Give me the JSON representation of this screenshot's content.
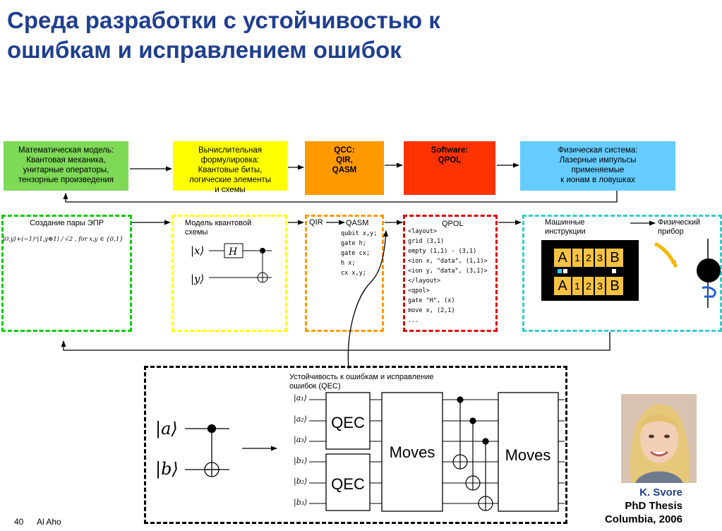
{
  "title": {
    "line1": "Среда разработки с устойчивостью к",
    "line2": "ошибкам и исправлением ошибок"
  },
  "top_boxes": [
    {
      "lines": [
        "Математическая модель:",
        "Квантовая механика,",
        "унитарные операторы,",
        "тензорные произведения"
      ],
      "color": "#7ed957"
    },
    {
      "lines": [
        "Вычислительная",
        "формулировка:",
        "Квантовые биты,",
        "логические элементы",
        "и схемы"
      ],
      "color": "#ffff00"
    },
    {
      "lines": [
        "QCC:",
        "QIR,",
        "QASM"
      ],
      "color": "#ff9900"
    },
    {
      "lines": [
        "Software:",
        "QPOL"
      ],
      "color": "#ff3300"
    },
    {
      "lines": [
        "Физическая система:",
        "Лазерные импульсы",
        "применяемые",
        "к ионам в ловушках"
      ],
      "color": "#66ccff"
    }
  ],
  "epr": {
    "label": "Создание пары ЭПР",
    "formula": "|0,y⟩+(−1)ˣ|1,y⊕1⟩ / √2 ,  for x,y ∈ {0,1}",
    "border": "#00cc00"
  },
  "model": {
    "label_line1": "Модель квантовой",
    "label_line2": "схемы",
    "ket_x": "|x⟩",
    "ket_y": "|y⟩",
    "gate_h": "H",
    "border": "#ffff00"
  },
  "qasm": {
    "label_qir": "QIR",
    "label_qasm": "QASM",
    "code": [
      "qubit x,y;",
      "gate h;",
      "gate cx;",
      "h x;",
      "cx x,y;"
    ],
    "border": "#ff9900"
  },
  "qpol": {
    "label": "QPOL",
    "code": [
      "<layout>",
      "grid (3,1)",
      "empty (1,1) - (3,1)",
      "<ion x, \"data\", (1,1)>",
      "<ion y, \"data\", (3,1)>",
      "</layout>",
      "<qpol>",
      "gate \"H\", (x)",
      "move x, (2,1)",
      "..."
    ],
    "border": "#dd0000"
  },
  "machine": {
    "label_line1": "Машинные",
    "label_line2": "инструкции",
    "phys_line1": "Физический",
    "phys_line2": "прибор",
    "row1": [
      "A",
      "1",
      "2",
      "3",
      "B"
    ],
    "row2": [
      "A",
      "1",
      "2",
      "3",
      "B"
    ],
    "border": "#33cccc"
  },
  "qec": {
    "label_line1": "Устойчивость к ошибкам и исправление",
    "label_line2": "ошибок (QEC)",
    "ket_a": "|a⟩",
    "ket_b": "|b⟩",
    "inputs": [
      "|a₁⟩",
      "|a₂⟩",
      "|a₃⟩",
      "|b₁⟩",
      "|b₂⟩",
      "|b₃⟩"
    ],
    "qec_box": "QEC",
    "moves_box": "Moves"
  },
  "person": {
    "name": "K. Svore",
    "line2": "PhD Thesis",
    "line3": "Columbia, 2006"
  },
  "footer": {
    "page": "40",
    "author": "Al Aho"
  }
}
